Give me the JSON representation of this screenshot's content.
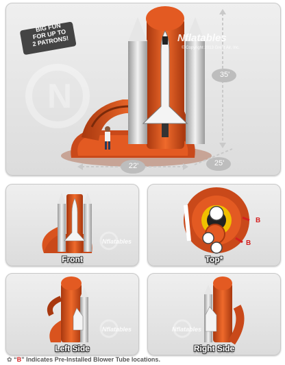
{
  "badge": {
    "line1": "BIG FUN",
    "line2": "FOR UP TO",
    "line3": "2 PATRONS!"
  },
  "watermark": {
    "brand": "Nflatables",
    "copyright": "© Copyright 2013 Great Air, Inc."
  },
  "dimensions": {
    "height": "35'",
    "width": "22'",
    "depth": "25'"
  },
  "views": {
    "front": "Front",
    "top": "Top*",
    "left": "Left Side",
    "right": "Right Side"
  },
  "top_marker": "B",
  "footnote": {
    "quote_open": "“",
    "b": "B",
    "quote_close": "”",
    "text": " Indicates Pre-Installed Blower Tube locations."
  },
  "colors": {
    "orange": "#d9531e",
    "dark_orange": "#a8380f",
    "shuttle_white": "#f4f4f4",
    "booster": "#cfcfcf",
    "accent_red": "#d42020"
  }
}
